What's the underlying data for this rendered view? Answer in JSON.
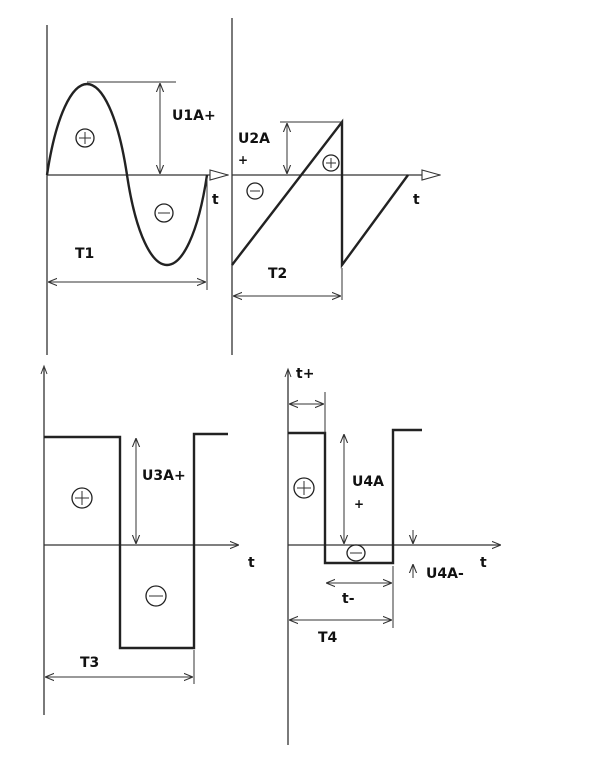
{
  "colors": {
    "ink": "#222222",
    "paper": "#ffffff"
  },
  "panel1": {
    "amplitude_label": "U1A+",
    "period_label": "T1",
    "time_label": "t"
  },
  "panel2": {
    "amplitude_label": "U2A",
    "amplitude_sign": "+",
    "period_label": "T2",
    "time_label": "t"
  },
  "panel3": {
    "amplitude_label": "U3A+",
    "period_label": "T3",
    "time_label": "t"
  },
  "panel4": {
    "amplitude_label": "U4A",
    "amplitude_sign": "+",
    "neg_amplitude_label": "U4A-",
    "pos_duration_label": "t+",
    "neg_duration_label": "t-",
    "period_label": "T4",
    "time_label": "t"
  }
}
